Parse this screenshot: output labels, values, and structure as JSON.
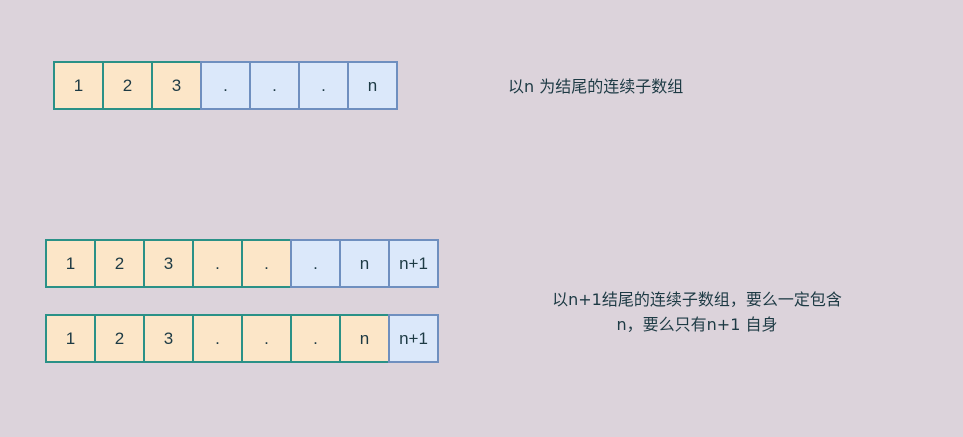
{
  "colors": {
    "highlighted": "#fce6c8",
    "plain": "#dbe8fa",
    "highlighted_border": "#2a9187",
    "plain_border": "#6f8fbf"
  },
  "rows": [
    {
      "cells": [
        {
          "t": "1",
          "c": "o"
        },
        {
          "t": "2",
          "c": "o"
        },
        {
          "t": "3",
          "c": "o"
        },
        {
          "t": ".",
          "c": "b"
        },
        {
          "t": ".",
          "c": "b"
        },
        {
          "t": ".",
          "c": "b"
        },
        {
          "t": "n",
          "c": "b"
        }
      ]
    },
    {
      "cells": [
        {
          "t": "1",
          "c": "o"
        },
        {
          "t": "2",
          "c": "o"
        },
        {
          "t": "3",
          "c": "o"
        },
        {
          "t": ".",
          "c": "o"
        },
        {
          "t": ".",
          "c": "o"
        },
        {
          "t": ".",
          "c": "b"
        },
        {
          "t": "n",
          "c": "b"
        },
        {
          "t": "n+1",
          "c": "b"
        }
      ]
    },
    {
      "cells": [
        {
          "t": "1",
          "c": "o"
        },
        {
          "t": "2",
          "c": "o"
        },
        {
          "t": "3",
          "c": "o"
        },
        {
          "t": ".",
          "c": "o"
        },
        {
          "t": ".",
          "c": "o"
        },
        {
          "t": ".",
          "c": "o"
        },
        {
          "t": "n",
          "c": "o"
        },
        {
          "t": "n+1",
          "c": "b"
        }
      ]
    }
  ],
  "labels": {
    "top": "以n 为结尾的连续子数组",
    "bottom_line1": "以n+1结尾的连续子数组，要么一定包含",
    "bottom_line2": "n，要么只有n+1 自身"
  }
}
